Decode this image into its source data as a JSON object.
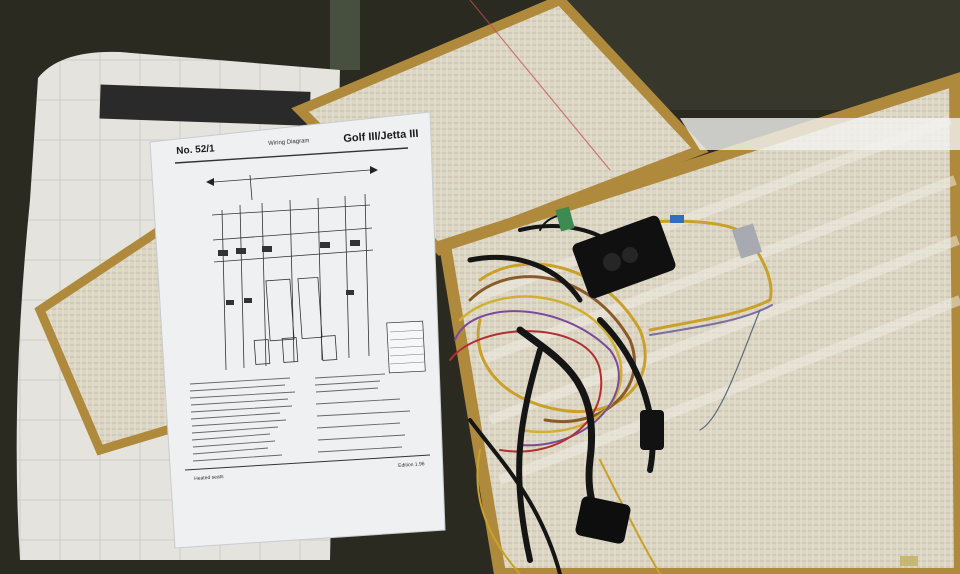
{
  "document": {
    "number": "No. 52/1",
    "heading": "Wiring Diagram",
    "model": "Golf III/Jetta III",
    "edition": "Edition 1.96",
    "footer": "Heated seats"
  },
  "colors": {
    "ground": "#2b2a21",
    "seat_fabric": "#e6e4dc",
    "mesh_pad": "#d8d2c0",
    "frame_wood": "#b08a3c",
    "paper": "#eef0f2",
    "cable_black": "#151515"
  }
}
